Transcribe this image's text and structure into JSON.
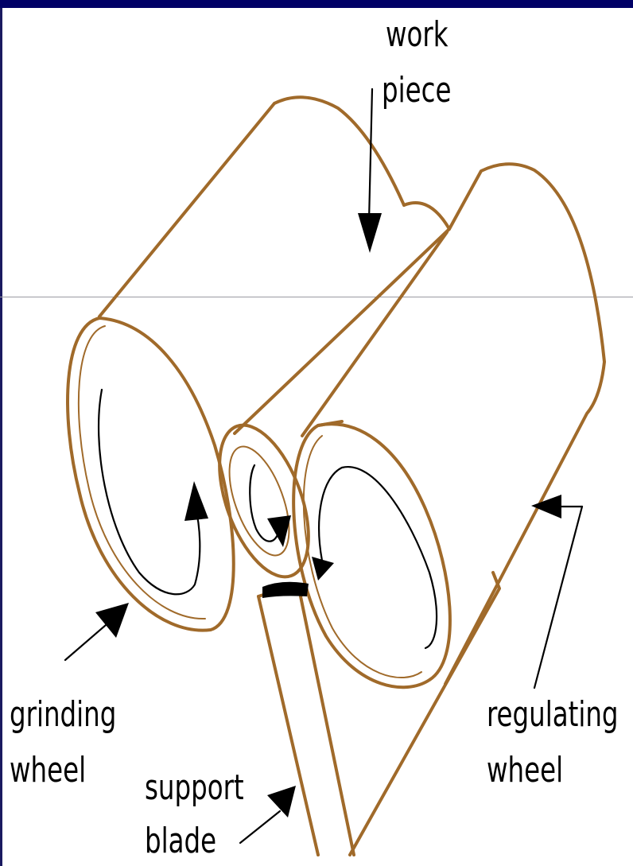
{
  "labels": {
    "work_piece_line1": "work",
    "work_piece_line2": "piece",
    "grinding_line1": "grinding",
    "grinding_line2": "wheel",
    "regulating_line1": "regulating",
    "regulating_line2": "wheel",
    "support_line1": "support",
    "support_line2": "blade"
  },
  "colors": {
    "outline": "#a06a2a",
    "ink": "#000000",
    "top_bar": "#000066"
  }
}
